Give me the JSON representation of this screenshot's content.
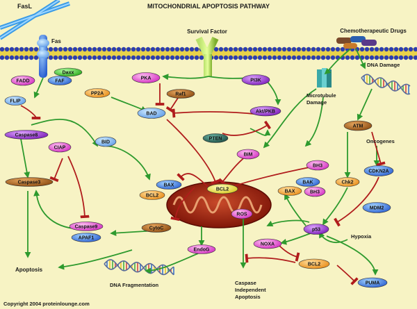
{
  "title": "MITOCHONDRIAL APOPTOSIS PATHWAY",
  "copyright": "Copyright 2004 proteinlounge.com",
  "labels": {
    "fasl": "FasL",
    "fas": "Fas",
    "survival_factor": "Survival Factor",
    "chemo_drugs": "Chemotherapeutic Drugs",
    "dna_damage": "DNA Damage",
    "microtubule": "Microtubule",
    "damage": "Damage",
    "oncogenes": "Oncogenes",
    "hypoxia": "Hypoxia",
    "apoptosis": "Apoptosis",
    "dna_fragmentation": "DNA Fragmentation",
    "caspase_indep_1": "Caspase",
    "caspase_indep_2": "Independent",
    "caspase_indep_3": "Apoptosis"
  },
  "nodes": {
    "fadd": "FADD",
    "daxx": "Daxx",
    "faf": "FAF",
    "flip": "FLIP",
    "caspase8": "Caspase8",
    "bid": "BID",
    "ciap": "CIAP",
    "caspase3": "Caspase3",
    "caspase9": "Caspase9",
    "apaf1": "APAF1",
    "cytoc": "CytoC",
    "pka": "PKA",
    "pp2a": "PP2A",
    "raf1": "Raf1",
    "pi3k": "PI3K",
    "bad": "BAD",
    "aktpkb": "Akt/PKB",
    "pten": "PTEN",
    "bim": "BIM",
    "bh3_top": "BH3",
    "bax_left": "BAX",
    "bcl2_left": "BCL2",
    "bcl2_center": "BCL2",
    "ros": "ROS",
    "endog": "EndoG",
    "bak_right": "BAK",
    "bax_right": "BAX",
    "bh3_right": "BH3",
    "atm": "ATM",
    "chk2": "Chk2",
    "cdkn2a": "CDKN2A",
    "mdm2": "MDM2",
    "p53": "p53",
    "noxa": "NOXA",
    "bcl2_bottom": "BCL2",
    "puma": "PUMA"
  },
  "colors": {
    "background": "#f7f3c4",
    "activation": "#2e9a2e",
    "inhibition": "#b01c1c",
    "membrane_head": "#2d3eb0",
    "membrane_tail": "#e8d24a",
    "mitochondrion": "#a82418"
  }
}
